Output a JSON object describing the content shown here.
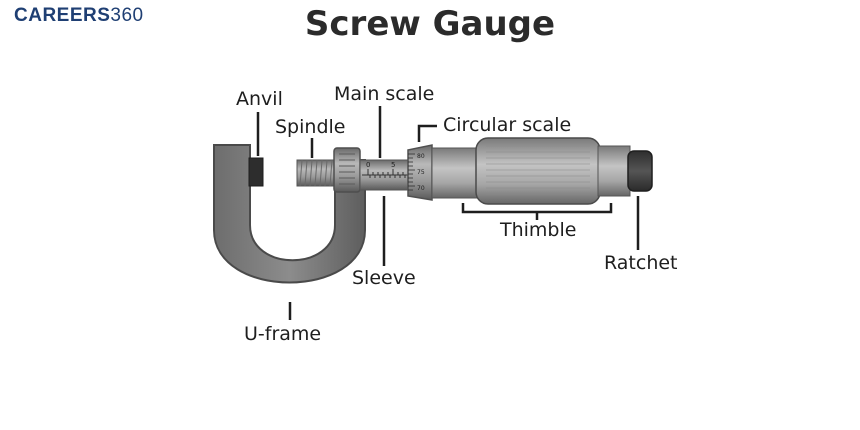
{
  "brand": {
    "name": "CAREERS",
    "suffix": "360"
  },
  "title": "Screw Gauge",
  "labels": {
    "anvil": "Anvil",
    "spindle": "Spindle",
    "main_scale": "Main scale",
    "circular_scale": "Circular scale",
    "thimble": "Thimble",
    "ratchet": "Ratchet",
    "sleeve": "Sleeve",
    "u_frame": "U-frame"
  },
  "scale_marks": {
    "main": [
      "0",
      "5"
    ],
    "circular": [
      "80",
      "75",
      "70"
    ]
  },
  "colors": {
    "brand_blue": "#1f3f73",
    "metal_dark": "#5f5f5f",
    "metal_mid": "#8a8a8a",
    "metal_light": "#b5b5b5",
    "ratchet": "#3a3a3a"
  }
}
